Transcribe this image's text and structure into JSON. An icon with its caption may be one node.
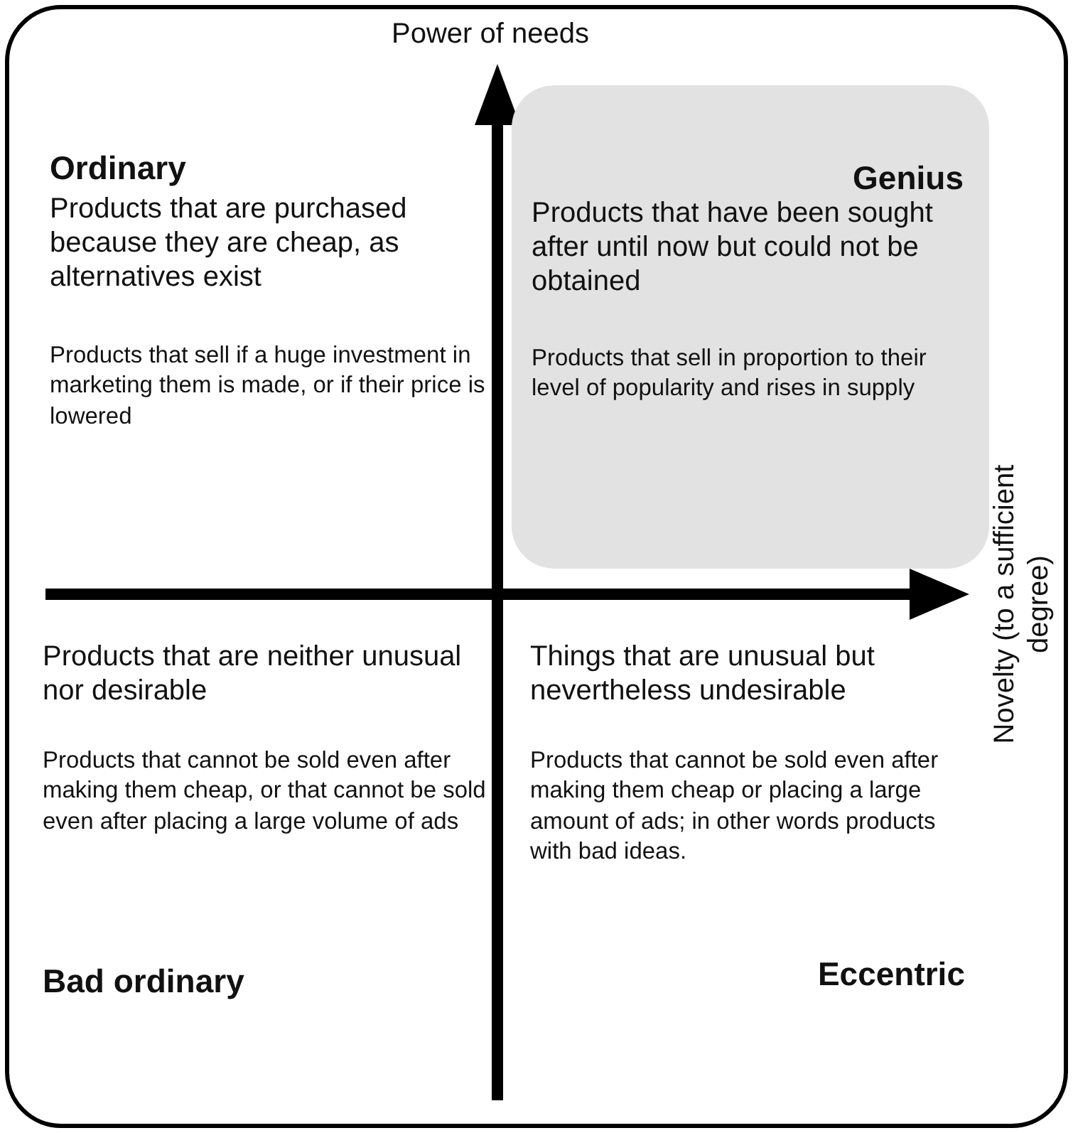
{
  "diagram": {
    "nodes": [
      {
        "text": [
          "Genius",
          "Products that have been sought after until now but could not be obtained",
          "Products that sell in proportion to their level of popularity and rises in supply"
        ]
      }
    ],
    "labels": [
      "Power of needs",
      "Ordinary",
      "Products that are purchased because they are cheap, as alternatives exist",
      "Products that sell if a huge investment in marketing them is made, or if their price is lowered",
      "Novelty (to a sufficient degree)",
      "Products that are neither unusual nor desirable",
      "Products that cannot be sold even after making them cheap, or that cannot be sold even after placing a large volume of ads",
      "Things that are unusual but nevertheless undesirable",
      "Products that cannot be sold even after making them cheap or placing a large amount of ads; in other words products with bad ideas.",
      "Bad ordinary",
      "Eccentric"
    ]
  }
}
